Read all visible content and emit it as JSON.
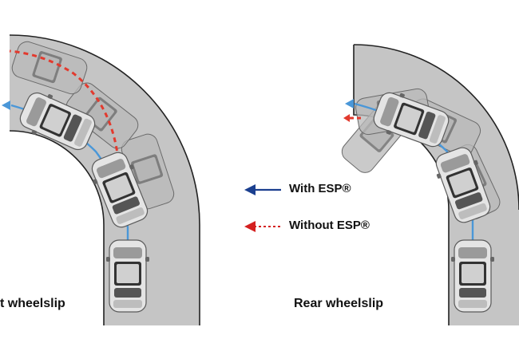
{
  "legend": {
    "with_esp_label": "With ESP®",
    "without_esp_label": "Without ESP®",
    "with_esp_color": "#1b3f8f",
    "without_esp_color": "#d42020"
  },
  "panels": {
    "left": {
      "caption": "t wheelslip"
    },
    "right": {
      "caption": "Rear wheelslip"
    }
  },
  "colors": {
    "road": "#c5c5c5",
    "road_edge": "#222222",
    "car_body": "#e4e4e4",
    "ghost_car": "#b0b0b0",
    "esp_path": "#4a97d8"
  },
  "icons": [
    "car-icon",
    "arrow-left-icon",
    "dashed-arrow-left-icon"
  ]
}
